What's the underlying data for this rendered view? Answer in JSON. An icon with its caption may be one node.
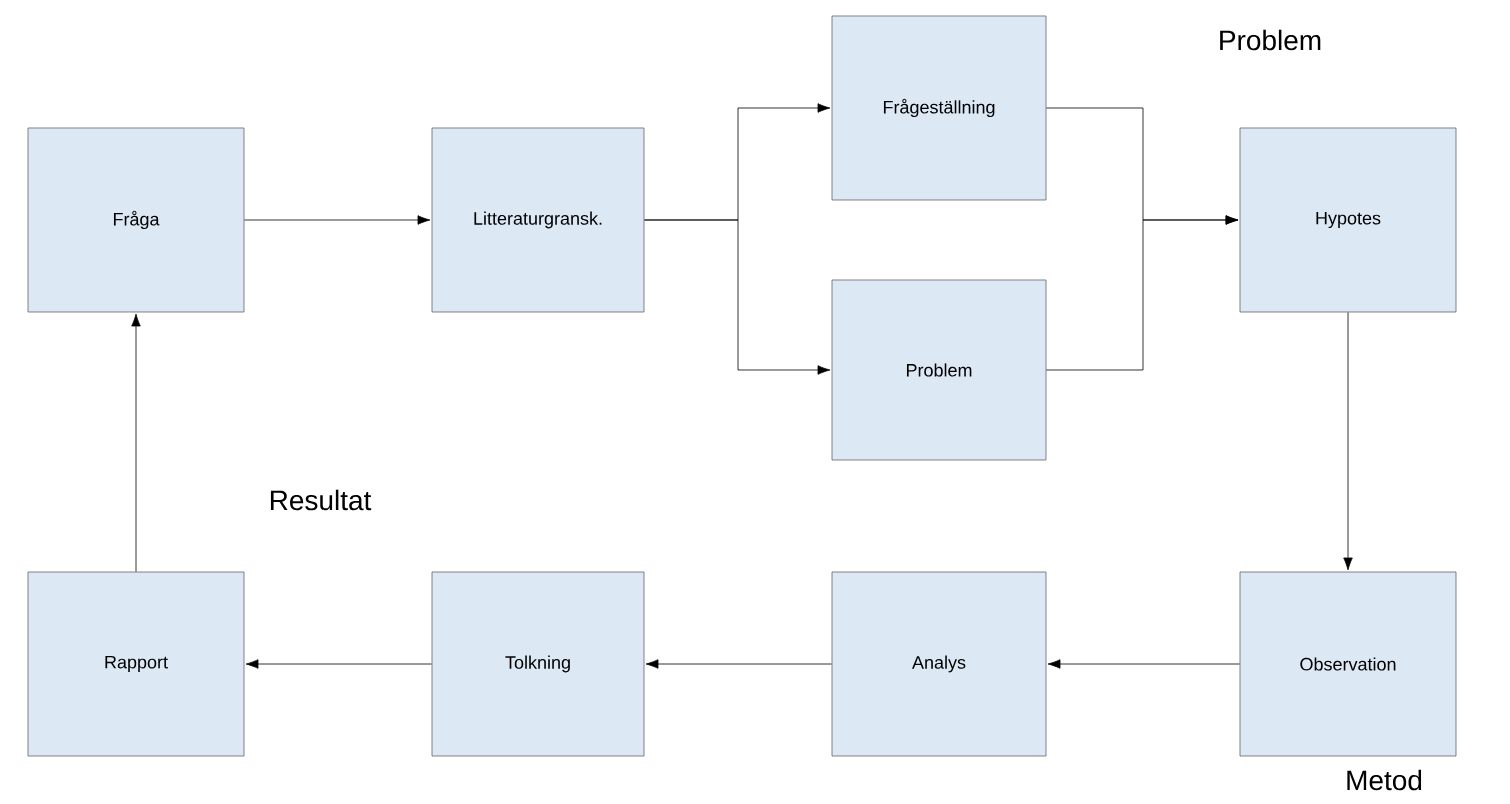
{
  "diagram": {
    "nodes": [
      {
        "text": [
          "Fråga"
        ]
      },
      {
        "text": [
          "Litteraturgransk."
        ]
      },
      {
        "text": [
          "Frågeställning"
        ]
      },
      {
        "text": [
          "Problem"
        ]
      },
      {
        "text": [
          "Hypotes"
        ]
      },
      {
        "text": [
          "Observation"
        ]
      },
      {
        "text": [
          "Analys"
        ]
      },
      {
        "text": [
          "Tolkning"
        ]
      },
      {
        "text": [
          "Rapport"
        ]
      }
    ],
    "edges": [
      {
        "from": 0,
        "to": 1,
        "arrow": "to"
      },
      {
        "from": 1,
        "to": 2,
        "arrow": "to"
      },
      {
        "from": 1,
        "to": 3,
        "arrow": "to"
      },
      {
        "from": 2,
        "to": 4,
        "arrow": "to"
      },
      {
        "from": 3,
        "to": 4,
        "arrow": "to"
      },
      {
        "from": 4,
        "to": 5,
        "arrow": "to"
      },
      {
        "from": 5,
        "to": 6,
        "arrow": "to"
      },
      {
        "from": 6,
        "to": 7,
        "arrow": "to"
      },
      {
        "from": 7,
        "to": 8,
        "arrow": "to"
      },
      {
        "from": 8,
        "to": 0,
        "arrow": "to"
      }
    ],
    "labels": [
      "Problem",
      "Resultat",
      "Metod"
    ]
  }
}
